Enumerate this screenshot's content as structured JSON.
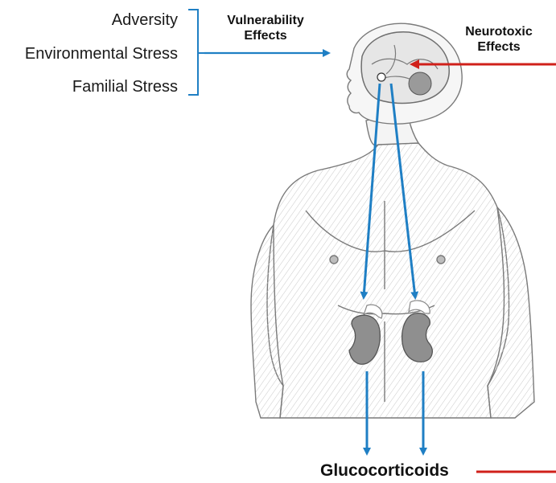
{
  "stressors": [
    {
      "label": "Adversity"
    },
    {
      "label": "Environmental Stress"
    },
    {
      "label": "Familial Stress"
    }
  ],
  "vulnerability": {
    "line1": "Vulnerability",
    "line2": "Effects"
  },
  "neurotoxic": {
    "line1": "Neurotoxic",
    "line2": "Effects"
  },
  "output": {
    "label": "Glucocorticoids"
  },
  "colors": {
    "blue_arrow": "#1f7fc4",
    "red_arrow": "#d0201a",
    "sketch": "#8a8a8a"
  }
}
